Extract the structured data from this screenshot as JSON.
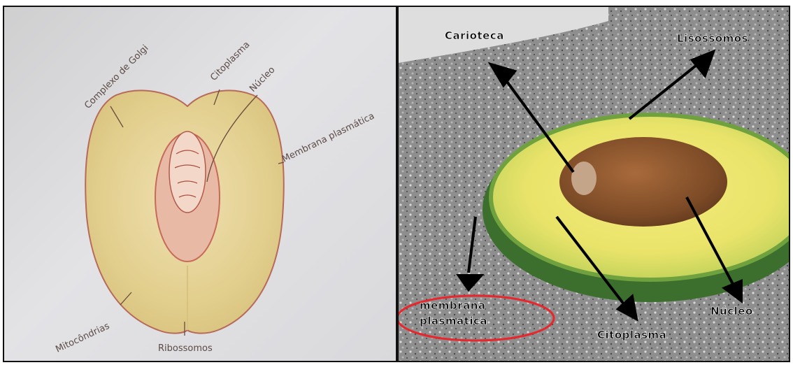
{
  "drawing": {
    "labels": {
      "golgi": "Complexo de Golgi",
      "cytosol": "Citoplasma",
      "nucleus": "Núcleo",
      "membrane": "Membrana plasmática",
      "mitochondria": "Mitocôndrias",
      "ribosomes": "Ribossomos"
    }
  },
  "photo": {
    "labels": {
      "carioteca": "Carioteca",
      "lisossomos": "Lisossomos",
      "membrana_1": "membrana",
      "membrana_2": "plasmatica",
      "nucleo": "Núcleo",
      "citoplasma": "Citoplasma"
    },
    "colors": {
      "circle": "#e8262c",
      "arrow": "#000000"
    }
  }
}
